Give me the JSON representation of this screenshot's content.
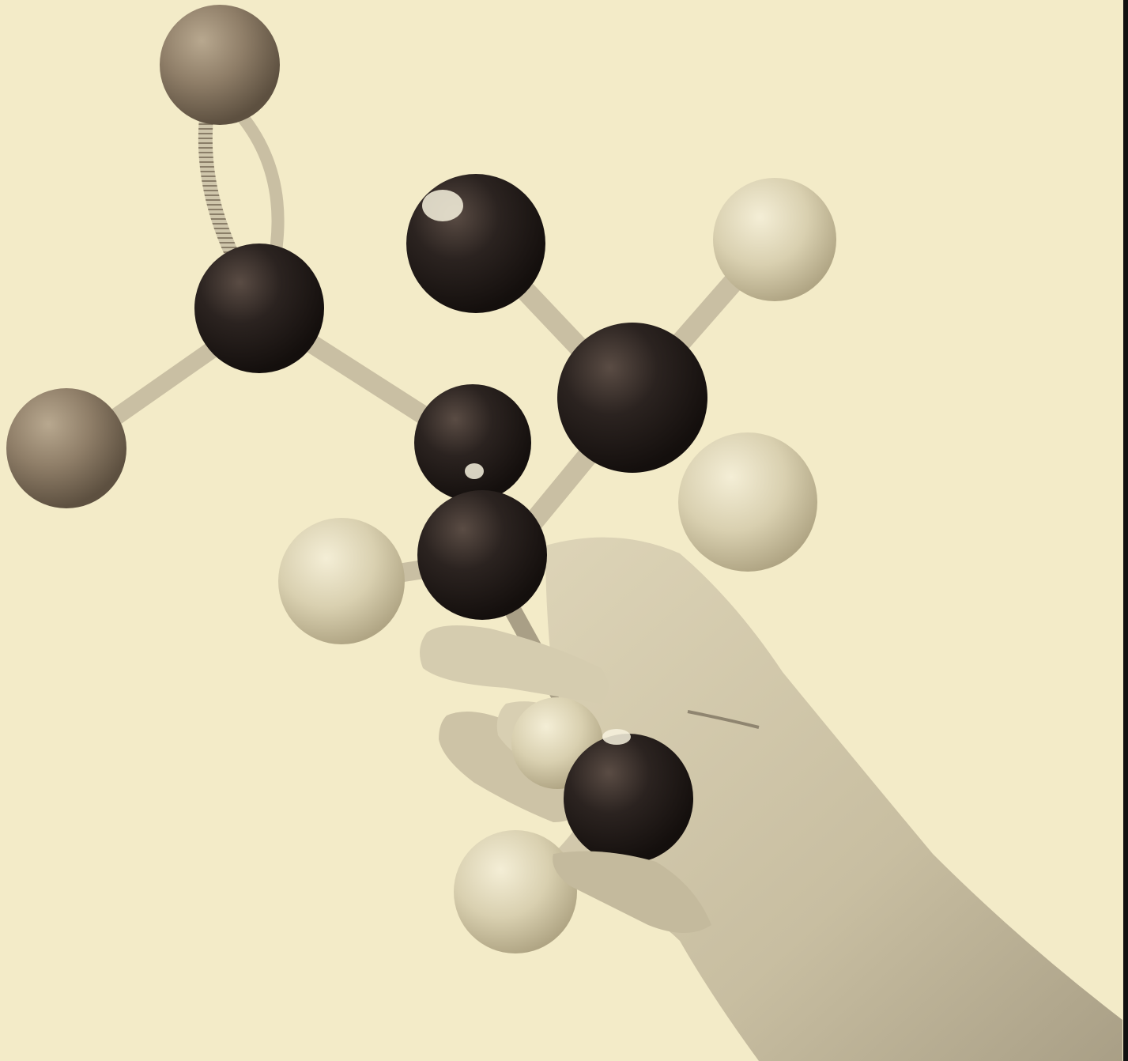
{
  "photo": {
    "colors": {
      "background": "#f3ebc8",
      "dark_atom": "#2b2320",
      "medium_atom": "#8f7e68",
      "light_atom": "#d9d0b0",
      "rod": "#c9bfa3",
      "spring": "#a89c86",
      "hand": "#cfc5a8",
      "hand_shadow": "#a99f86",
      "edge": "#111111"
    },
    "atoms": [
      {
        "id": "medium-atom-top",
        "shade": "medium"
      },
      {
        "id": "dark-atom-upper-left",
        "shade": "dark"
      },
      {
        "id": "medium-atom-left",
        "shade": "medium"
      },
      {
        "id": "dark-atom-top-center",
        "shade": "dark"
      },
      {
        "id": "light-atom-top-right",
        "shade": "light"
      },
      {
        "id": "dark-atom-center-right",
        "shade": "dark"
      },
      {
        "id": "dark-atom-center",
        "shade": "dark"
      },
      {
        "id": "dark-atom-held",
        "shade": "dark"
      },
      {
        "id": "light-atom-right",
        "shade": "light"
      },
      {
        "id": "light-atom-left",
        "shade": "light"
      },
      {
        "id": "light-atom-between-fingers",
        "shade": "light"
      },
      {
        "id": "dark-atom-bottom",
        "shade": "dark"
      },
      {
        "id": "light-atom-bottom",
        "shade": "light"
      }
    ]
  }
}
